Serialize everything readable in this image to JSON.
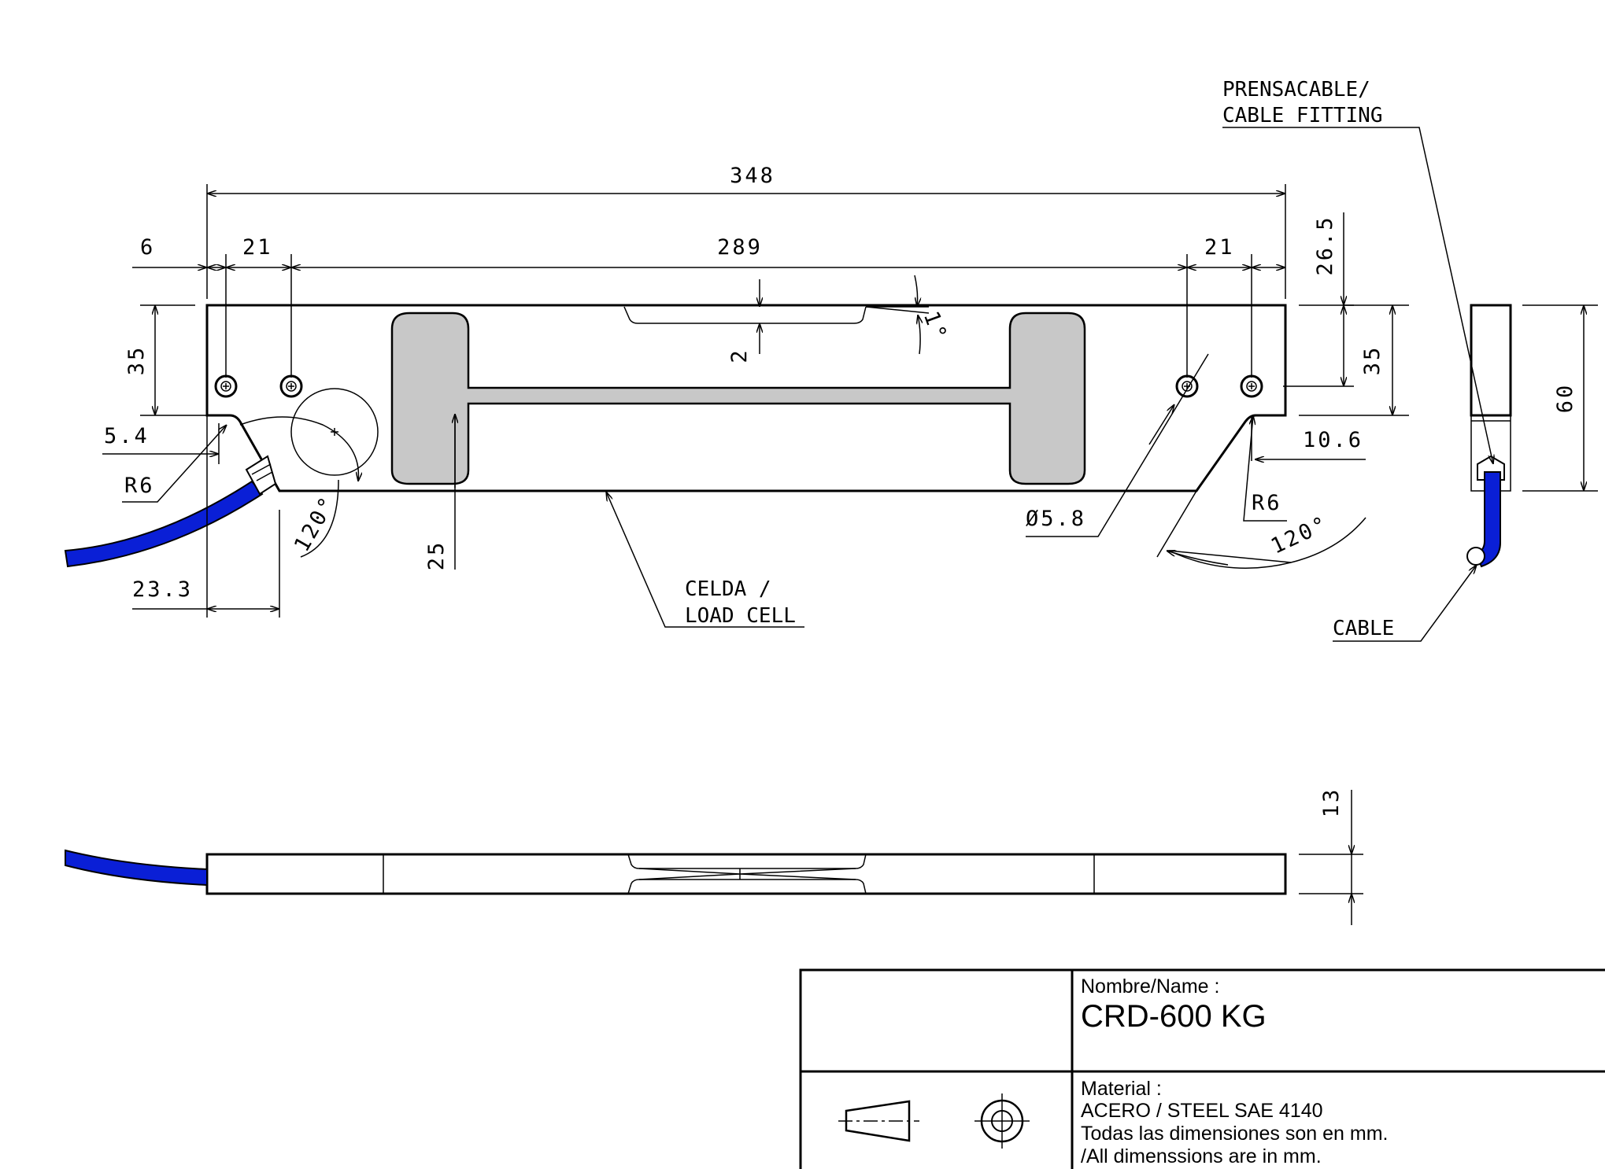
{
  "dimensions": {
    "overall_length": "348",
    "left_offset": "6",
    "left_hole_spacing": "21",
    "center_span": "289",
    "right_hole_spacing": "21",
    "top_offset": "26.5",
    "left_height": "35",
    "right_height": "35",
    "total_height": "60",
    "groove_depth": "2",
    "taper_angle": "1°",
    "left_chamfer": "5.4",
    "left_radius": "R6",
    "left_angle": "120°",
    "bottom_depth": "25",
    "left_chamfer_length": "23.3",
    "hole_diameter": "Ø5.8",
    "right_chamfer": "10.6",
    "right_radius": "R6",
    "right_angle": "120°",
    "thickness": "13"
  },
  "callouts": {
    "cable_fitting_line1": "PRENSACABLE/",
    "cable_fitting_line2": "CABLE FITTING",
    "load_cell_line1": "CELDA /",
    "load_cell_line2": "LOAD CELL",
    "cable": "CABLE"
  },
  "title_block": {
    "name_label": "Nombre/Name :",
    "name_value": "CRD-600 KG",
    "material_label": "Material :",
    "material_value": "ACERO / STEEL SAE 4140",
    "note_es": "Todas las dimensiones son en mm.",
    "note_en": "/All dimenssions are in mm.",
    "projection_symbol": "first-angle-projection-icon"
  },
  "colors": {
    "cable": "#0a1fd6",
    "insert_fill": "#c8c8c8",
    "line": "#000000"
  }
}
